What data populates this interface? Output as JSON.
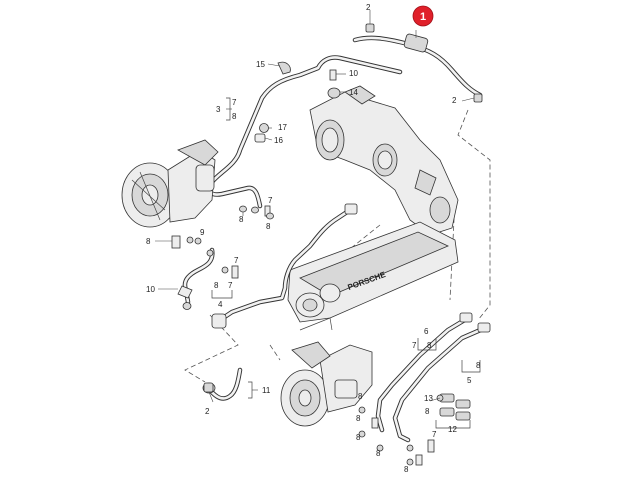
{
  "callout": {
    "number": "1",
    "color": "#e0202a"
  },
  "part_labels": {
    "p2_top": "2",
    "p15": "15",
    "p10_top": "10",
    "p14": "14",
    "p2_right": "2",
    "p3": "3",
    "p7_a": "7",
    "p8_a": "8",
    "p17": "17",
    "p16": "16",
    "p7_b": "7",
    "p8_b": "8",
    "p8_c": "8",
    "p9": "9",
    "p8_d": "8",
    "p7_c": "7",
    "p10_left": "10",
    "p4": "4",
    "p8_e": "8",
    "p7_d": "7",
    "p6": "6",
    "p8_f": "8",
    "p7_e": "7",
    "p8_g": "8",
    "p5": "5",
    "p2_bottom": "2",
    "p11": "11",
    "p8_h": "8",
    "p8_i": "8",
    "p8_j": "8",
    "p13": "13",
    "p8_k": "8",
    "p12": "12",
    "p8_l": "8",
    "p7_f": "7",
    "p8_m": "8"
  },
  "engine_script": "PORSCHE"
}
